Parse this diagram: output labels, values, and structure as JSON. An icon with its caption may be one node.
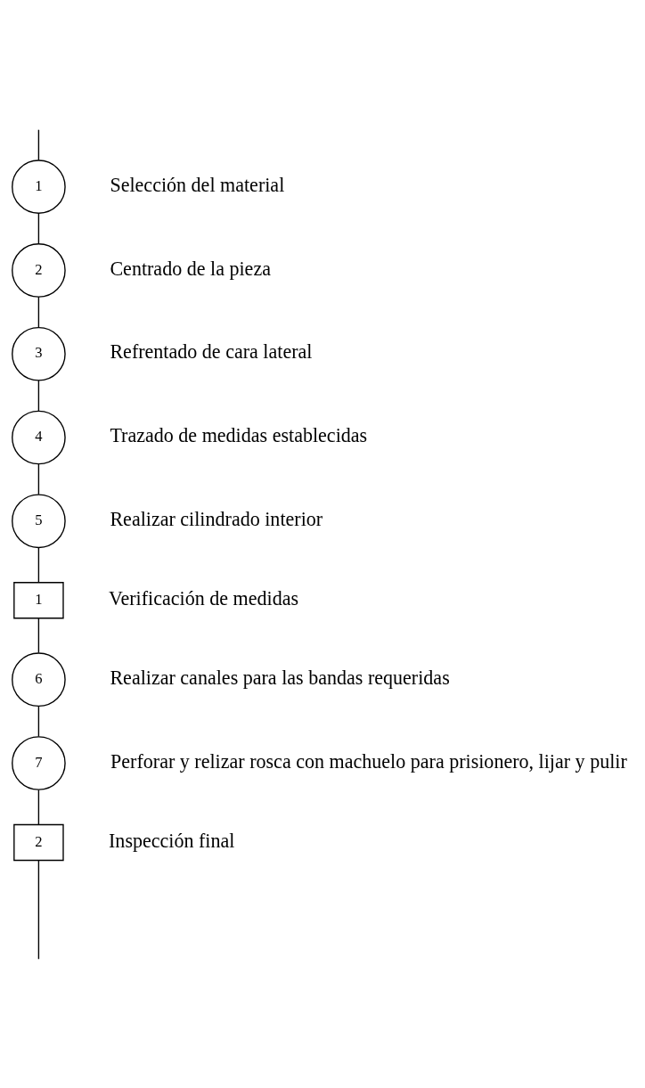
{
  "diagram": {
    "nodes": [
      {
        "text": [
          "1"
        ],
        "beside": [
          "Selección del material"
        ]
      },
      {
        "text": [
          "2"
        ],
        "beside": [
          "Centrado de la pieza"
        ]
      },
      {
        "text": [
          "3"
        ],
        "beside": [
          "Refrentado de cara lateral"
        ]
      },
      {
        "text": [
          "4"
        ],
        "beside": [
          "Trazado de medidas establecidas"
        ]
      },
      {
        "text": [
          "5"
        ],
        "beside": [
          "Realizar cilindrado interior"
        ]
      },
      {
        "text": [
          "1"
        ],
        "beside": [
          "Verificación de medidas"
        ]
      },
      {
        "text": [
          "6"
        ],
        "beside": [
          "Realizar canales para las bandas requeridas"
        ]
      },
      {
        "text": [
          "7"
        ],
        "beside": [
          "Perforar y relizar rosca con machuelo para prisionero, lijar y pulir"
        ]
      },
      {
        "text": [
          "2"
        ],
        "beside": [
          "Inspección final"
        ]
      }
    ],
    "edges": [
      {
        "from": null,
        "to": 0,
        "arrow": "none"
      },
      {
        "from": 0,
        "to": 1,
        "arrow": "none"
      },
      {
        "from": 1,
        "to": 2,
        "arrow": "none"
      },
      {
        "from": 2,
        "to": 3,
        "arrow": "none"
      },
      {
        "from": 3,
        "to": 4,
        "arrow": "none"
      },
      {
        "from": 4,
        "to": 5,
        "arrow": "none"
      },
      {
        "from": 5,
        "to": 6,
        "arrow": "none"
      },
      {
        "from": 6,
        "to": 7,
        "arrow": "none"
      },
      {
        "from": 7,
        "to": 8,
        "arrow": "none"
      },
      {
        "from": 8,
        "to": null,
        "arrow": "none"
      }
    ]
  }
}
